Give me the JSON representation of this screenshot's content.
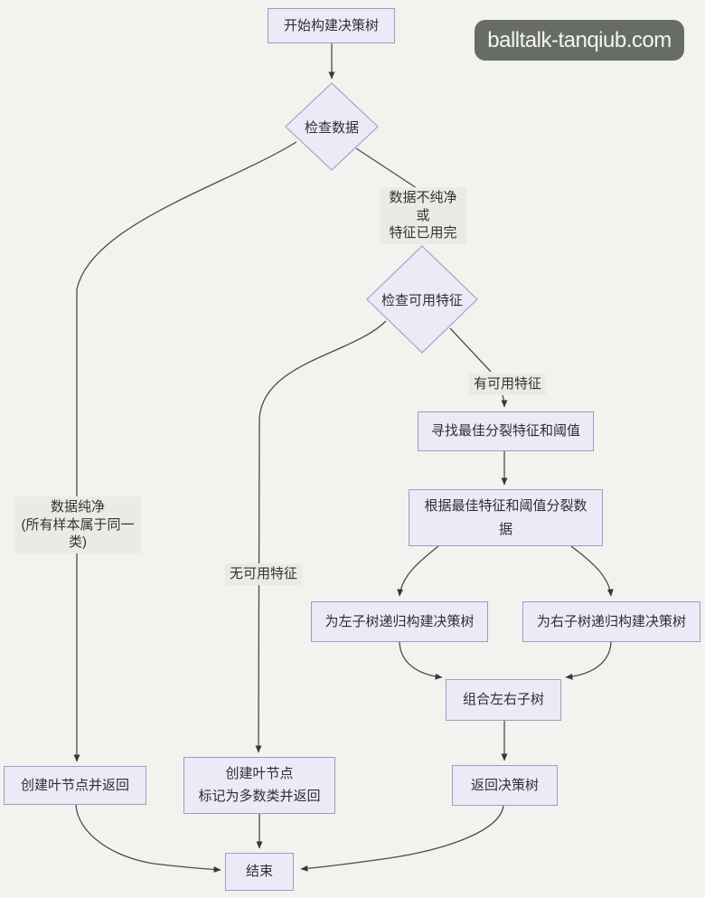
{
  "watermark": {
    "text": "balltalk-tanqiub.com",
    "bg_color": "#676c66",
    "text_color": "#f4f4f0"
  },
  "colors": {
    "background": "#f3f2ef",
    "node_fill": "#eaebf7",
    "node_border": "#9b9dc2",
    "connector": "#434345",
    "edge_label_bg": "#eceae7",
    "text": "#2f2f31"
  },
  "diagram": {
    "type": "flowchart",
    "nodes": {
      "start": {
        "label": "开始构建决策树",
        "shape": "rect"
      },
      "check_data": {
        "label": "检查数据",
        "shape": "diamond"
      },
      "check_features": {
        "label": "检查可用特征",
        "shape": "diamond"
      },
      "find_best_split": {
        "label": "寻找最佳分裂特征和阈值",
        "shape": "rect"
      },
      "split_data": {
        "label": "根据最佳特征和阈值分裂数\n据",
        "shape": "rect"
      },
      "build_left": {
        "label": "为左子树递归构建决策树",
        "shape": "rect"
      },
      "build_right": {
        "label": "为右子树递归构建决策树",
        "shape": "rect"
      },
      "combine": {
        "label": "组合左右子树",
        "shape": "rect"
      },
      "return_tree": {
        "label": "返回决策树",
        "shape": "rect"
      },
      "leaf_return": {
        "label": "创建叶节点并返回",
        "shape": "rect"
      },
      "leaf_majority": {
        "label": "创建叶节点\n标记为多数类并返回",
        "shape": "rect"
      },
      "end": {
        "label": "结束",
        "shape": "rect"
      }
    },
    "edge_labels": {
      "impure": "数据不纯净或\n特征已用完",
      "pure": "数据纯净\n(所有样本属于同一类)",
      "has_features": "有可用特征",
      "no_features": "无可用特征"
    }
  }
}
